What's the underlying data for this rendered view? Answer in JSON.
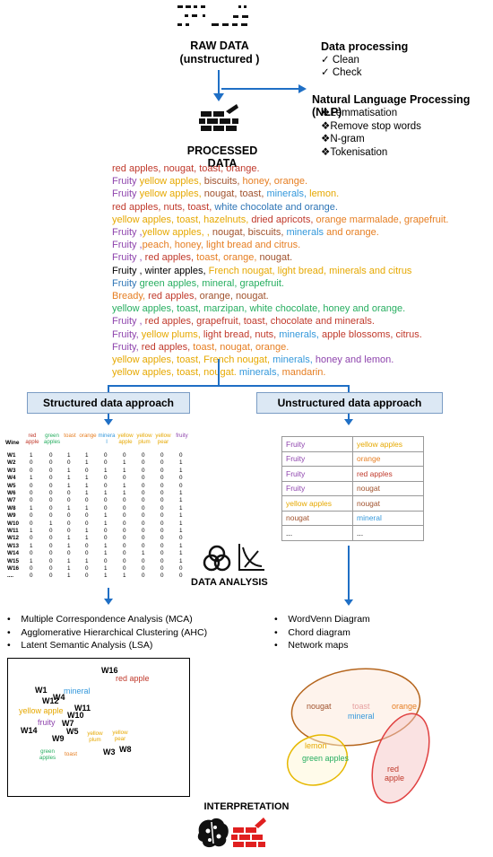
{
  "raw": {
    "title": "RAW DATA",
    "subtitle": "(unstructured )"
  },
  "data_processing": {
    "title": "Data processing",
    "items": [
      "Clean",
      "Check"
    ]
  },
  "nlp": {
    "title": "Natural Language Processing (NLP)",
    "items": [
      "Lemmatisation",
      "Remove stop words",
      "N-gram",
      "Tokenisation"
    ]
  },
  "processed_title": "PROCESSED DATA",
  "descriptors": [
    [
      [
        "red apples, nougat, toast, orange.",
        "#c0392b"
      ]
    ],
    [
      [
        "Fruity ",
        "#8e44ad"
      ],
      [
        "yellow apples, ",
        "#e6a800"
      ],
      [
        "biscuits, ",
        "#a0522d"
      ],
      [
        "honey, orange.",
        "#e67e22"
      ]
    ],
    [
      [
        "Fruity ",
        "#8e44ad"
      ],
      [
        "yellow apples, ",
        "#e6a800"
      ],
      [
        "nougat, toast, ",
        "#a0522d"
      ],
      [
        "minerals, ",
        "#3498db"
      ],
      [
        "lemon.",
        "#e6a800"
      ]
    ],
    [
      [
        "red apples, nuts, toast, ",
        "#c0392b"
      ],
      [
        "white chocolate and orange.",
        "#2e75b6"
      ]
    ],
    [
      [
        "yellow apples, toast, hazelnuts, ",
        "#e6a800"
      ],
      [
        "dried apricots, ",
        "#c0392b"
      ],
      [
        "orange marmalade, grapefruit.",
        "#e67e22"
      ]
    ],
    [
      [
        "Fruity ,",
        "#8e44ad"
      ],
      [
        "yellow apples, , ",
        "#e6a800"
      ],
      [
        "nougat, biscuits, ",
        "#a0522d"
      ],
      [
        "minerals ",
        "#3498db"
      ],
      [
        "and orange.",
        "#e67e22"
      ]
    ],
    [
      [
        "Fruity ,",
        "#8e44ad"
      ],
      [
        "peach, honey, light bread and citrus.",
        "#e67e22"
      ]
    ],
    [
      [
        "Fruity , ",
        "#8e44ad"
      ],
      [
        "red apples, ",
        "#c0392b"
      ],
      [
        "toast, orange, ",
        "#e67e22"
      ],
      [
        "nougat.",
        "#a0522d"
      ]
    ],
    [
      [
        "Fruity , winter apples, ",
        "#000000"
      ],
      [
        "French nougat, light bread, minerals and citrus",
        "#e6a800"
      ]
    ],
    [
      [
        "Fruity ",
        "#2e75b6"
      ],
      [
        "green apples, mineral, grapefruit.",
        "#27ae60"
      ]
    ],
    [
      [
        "Bready, ",
        "#e67e22"
      ],
      [
        "red apples, ",
        "#c0392b"
      ],
      [
        "orange, nougat.",
        "#a0522d"
      ]
    ],
    [
      [
        "yellow apples, toast, marzipan, white chocolate, honey and orange.",
        "#27ae60"
      ]
    ],
    [
      [
        "Fruity , ",
        "#8e44ad"
      ],
      [
        "red apples, grapefruit, toast, chocolate and minerals.",
        "#c0392b"
      ]
    ],
    [
      [
        "Fruity, ",
        "#8e44ad"
      ],
      [
        "yellow plums, ",
        "#e6a800"
      ],
      [
        "light bread, nuts, ",
        "#c0392b"
      ],
      [
        "minerals, ",
        "#3498db"
      ],
      [
        "apple blossoms, citrus.",
        "#c0392b"
      ]
    ],
    [
      [
        "Fruity, ",
        "#8e44ad"
      ],
      [
        "red apples, ",
        "#c0392b"
      ],
      [
        "toast, nougat, orange.",
        "#e67e22"
      ]
    ],
    [
      [
        "yellow apples, toast, French nougat, ",
        "#e6a800"
      ],
      [
        "minerals, ",
        "#3498db"
      ],
      [
        "honey and lemon.",
        "#8e44ad"
      ]
    ],
    [
      [
        "yellow apples, toast, nougat. ",
        "#e6a800"
      ],
      [
        "minerals, ",
        "#3498db"
      ],
      [
        "mandarin.",
        "#e67e22"
      ]
    ]
  ],
  "structured_title": "Structured data approach",
  "unstructured_title": "Unstructured data approach",
  "matrix": {
    "corner": "Wine",
    "headers": [
      [
        "red apple",
        "#c0392b"
      ],
      [
        "green apples",
        "#27ae60"
      ],
      [
        "toast",
        "#e67e22"
      ],
      [
        "orange",
        "#e67e22"
      ],
      [
        "minera l",
        "#3498db"
      ],
      [
        "yellow apple",
        "#e6a800"
      ],
      [
        "yellow plum",
        "#e6a800"
      ],
      [
        "yellow pear",
        "#e6a800"
      ],
      [
        "fruity",
        "#8e44ad"
      ]
    ],
    "rows": [
      [
        "W1",
        "1",
        "0",
        "1",
        "1",
        "0",
        "0",
        "0",
        "0",
        "0"
      ],
      [
        "W2",
        "0",
        "0",
        "0",
        "1",
        "0",
        "1",
        "0",
        "0",
        "1"
      ],
      [
        "W3",
        "0",
        "0",
        "1",
        "0",
        "1",
        "1",
        "0",
        "0",
        "1"
      ],
      [
        "W4",
        "1",
        "0",
        "1",
        "1",
        "0",
        "0",
        "0",
        "0",
        "0"
      ],
      [
        "W5",
        "0",
        "0",
        "1",
        "1",
        "0",
        "1",
        "0",
        "0",
        "0"
      ],
      [
        "W6",
        "0",
        "0",
        "0",
        "1",
        "1",
        "1",
        "0",
        "0",
        "1"
      ],
      [
        "W7",
        "0",
        "0",
        "0",
        "0",
        "0",
        "0",
        "0",
        "0",
        "1"
      ],
      [
        "W8",
        "1",
        "0",
        "1",
        "1",
        "0",
        "0",
        "0",
        "0",
        "1"
      ],
      [
        "W9",
        "0",
        "0",
        "0",
        "0",
        "1",
        "0",
        "0",
        "0",
        "1"
      ],
      [
        "W10",
        "0",
        "1",
        "0",
        "0",
        "1",
        "0",
        "0",
        "0",
        "1"
      ],
      [
        "W11",
        "1",
        "0",
        "0",
        "1",
        "0",
        "0",
        "0",
        "0",
        "1"
      ],
      [
        "W12",
        "0",
        "0",
        "1",
        "1",
        "0",
        "0",
        "0",
        "0",
        "0"
      ],
      [
        "W13",
        "1",
        "0",
        "1",
        "0",
        "1",
        "0",
        "0",
        "0",
        "1"
      ],
      [
        "W14",
        "0",
        "0",
        "0",
        "0",
        "1",
        "0",
        "1",
        "0",
        "1"
      ],
      [
        "W15",
        "1",
        "0",
        "1",
        "1",
        "0",
        "0",
        "0",
        "0",
        "1"
      ],
      [
        "W16",
        "0",
        "0",
        "1",
        "0",
        "1",
        "0",
        "0",
        "0",
        "0"
      ],
      [
        "....",
        "0",
        "0",
        "1",
        "0",
        "1",
        "1",
        "0",
        "0",
        "0"
      ]
    ]
  },
  "pairs": [
    [
      [
        "Fruity",
        "#8e44ad"
      ],
      [
        "yellow apples",
        "#e6a800"
      ]
    ],
    [
      [
        "Fruity",
        "#8e44ad"
      ],
      [
        "orange",
        "#e67e22"
      ]
    ],
    [
      [
        "Fruity",
        "#8e44ad"
      ],
      [
        "red apples",
        "#c0392b"
      ]
    ],
    [
      [
        "Fruity",
        "#8e44ad"
      ],
      [
        "nougat",
        "#a0522d"
      ]
    ],
    [
      [
        "yellow apples",
        "#e6a800"
      ],
      [
        "nougat",
        "#a0522d"
      ]
    ],
    [
      [
        "nougat",
        "#a0522d"
      ],
      [
        "mineral",
        "#3498db"
      ]
    ],
    [
      [
        "...",
        "#000000"
      ],
      [
        "...",
        "#000000"
      ]
    ]
  ],
  "data_analysis": "DATA ANALYSIS",
  "methods_left": [
    "Multiple Correspondence  Analysis (MCA)",
    "Agglomerative Hierarchical Clustering (AHC)",
    "Latent Semantic Analysis (LSA)"
  ],
  "methods_right": [
    "WordVenn Diagram",
    "Chord diagram",
    "Network maps"
  ],
  "scatter": {
    "w16": "W16",
    "red_apple": "red apple",
    "w1": "W1",
    "w4": "W4",
    "mineral": "mineral",
    "w12": "W12",
    "w11": "W11",
    "yellow_apple": "yellow apple",
    "w10": "W10",
    "fruity": "fruity",
    "w7": "W7",
    "w14": "W14",
    "w5": "W5",
    "w9": "W9",
    "yellow_plum": "yellow plum",
    "yellow_pear": "yellow pear",
    "green_apples": "green apples",
    "toast": "toast",
    "w3": "W3",
    "w8": "W8"
  },
  "venn": {
    "nougat": "nougat",
    "toast": "toast",
    "orange": "orange",
    "mineral": "mineral",
    "lemon": "lemon",
    "green_apples": "green apples",
    "red": "red",
    "apple": "apple"
  },
  "interpretation": "INTERPRETATION"
}
